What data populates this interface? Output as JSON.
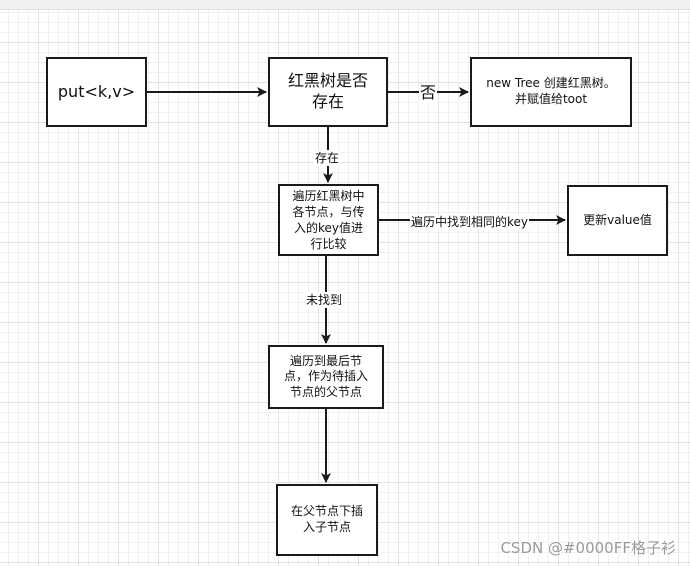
{
  "nodes": {
    "put": "put<k,v>",
    "check": "红黑树是否\n存在",
    "create": "new Tree 创建红黑树。\n并赋值给toot",
    "traverse": "遍历红黑树中\n各节点，与传\n入的key值进\n行比较",
    "update": "更新value值",
    "last": "遍历到最后节\n点，作为待插入\n节点的父节点",
    "insert": "在父节点下插\n入子节点"
  },
  "edge_labels": {
    "no": "否",
    "exists": "存在",
    "found": "遍历中找到相同的key",
    "not_found": "未找到"
  },
  "watermark": "CSDN @#0000FF格子衫",
  "colors": {
    "stroke": "#1a1a1a",
    "grid": "#e3e3e3"
  }
}
